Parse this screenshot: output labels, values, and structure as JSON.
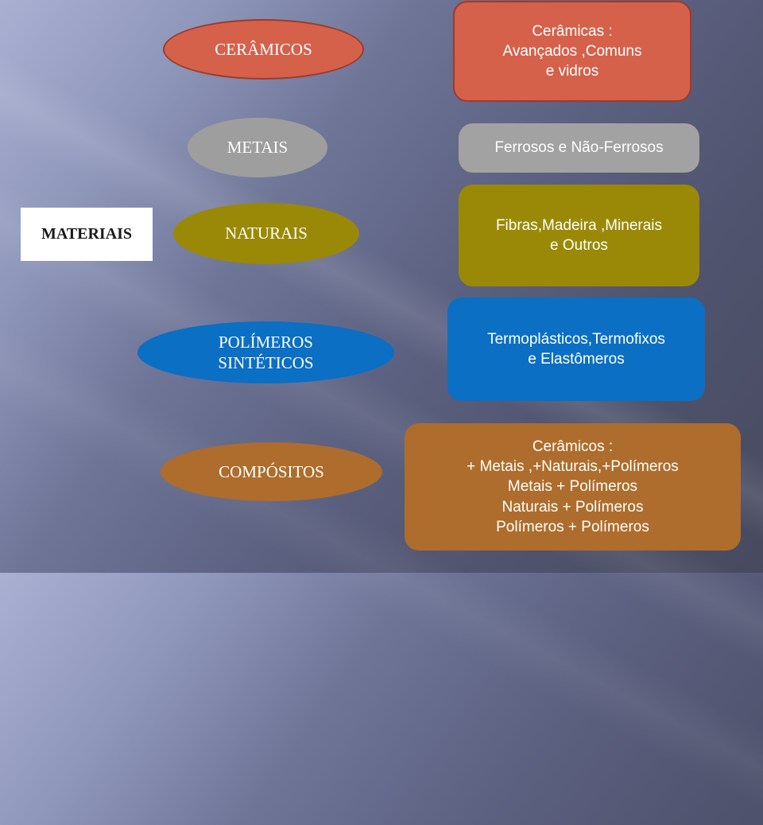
{
  "root": {
    "label": "MATERIAIS"
  },
  "categories": [
    {
      "id": "ceramicos",
      "name": "CERÂMICOS",
      "detail": "Cerâmicas :\nAvançados ,Comuns\ne vidros",
      "color": "#d5614b"
    },
    {
      "id": "metais",
      "name": "METAIS",
      "detail": "Ferrosos e Não-Ferrosos",
      "color": "#9e9e9e"
    },
    {
      "id": "naturais",
      "name": "NATURAIS",
      "detail": "Fibras,Madeira ,Minerais\ne Outros",
      "color": "#9a8906"
    },
    {
      "id": "polimeros",
      "name": "POLÍMEROS\nSINTÉTICOS",
      "detail": "Termoplásticos,Termofixos\ne Elastômeros",
      "color": "#0b6fc4"
    },
    {
      "id": "compositos",
      "name": "COMPÓSITOS",
      "detail": "Cerâmicos :\n+ Metais ,+Naturais,+Polímeros\nMetais + Polímeros\nNaturais + Polímeros\nPolímeros + Polímeros",
      "color": "#ae6d2c"
    }
  ]
}
